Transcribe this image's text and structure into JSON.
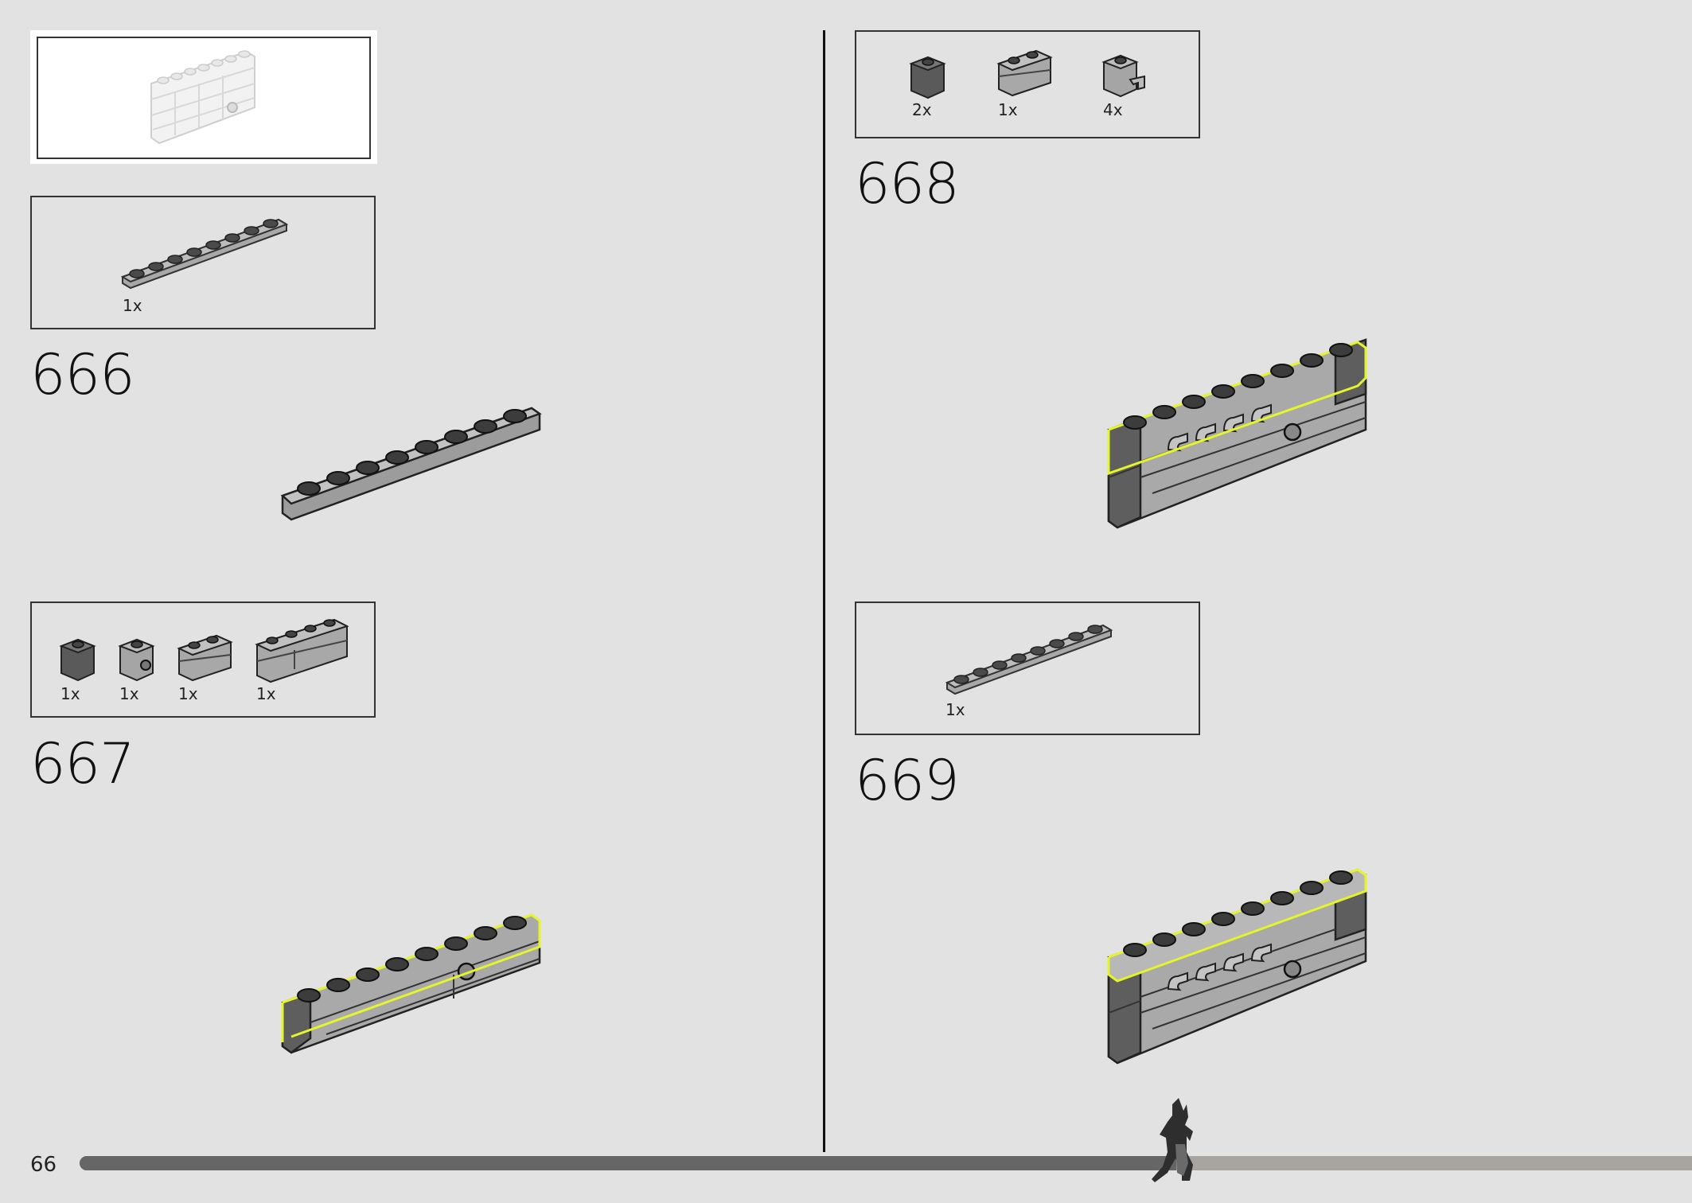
{
  "page": {
    "number": "66"
  },
  "steps": [
    {
      "number": "666",
      "parts": [
        {
          "qty": "1x",
          "icon": "plate-1x8-light-gray"
        }
      ]
    },
    {
      "number": "667",
      "parts": [
        {
          "qty": "1x",
          "icon": "brick-1x1-dark-gray"
        },
        {
          "qty": "1x",
          "icon": "brick-1x1-with-stud-side"
        },
        {
          "qty": "1x",
          "icon": "brick-1x2-masonry"
        },
        {
          "qty": "1x",
          "icon": "brick-1x4-masonry"
        }
      ]
    },
    {
      "number": "668",
      "parts": [
        {
          "qty": "2x",
          "icon": "brick-1x1-dark-gray"
        },
        {
          "qty": "1x",
          "icon": "brick-1x2-masonry"
        },
        {
          "qty": "4x",
          "icon": "brick-1x1-with-clip"
        }
      ]
    },
    {
      "number": "669",
      "parts": [
        {
          "qty": "1x",
          "icon": "plate-1x8-light-gray"
        }
      ]
    }
  ],
  "colors": {
    "background": "#e2e2e2",
    "highlight": "#e6f52a",
    "progress_done": "#666666",
    "progress_remaining": "#a8a4a0"
  },
  "progress": {
    "fraction": 0.68
  }
}
